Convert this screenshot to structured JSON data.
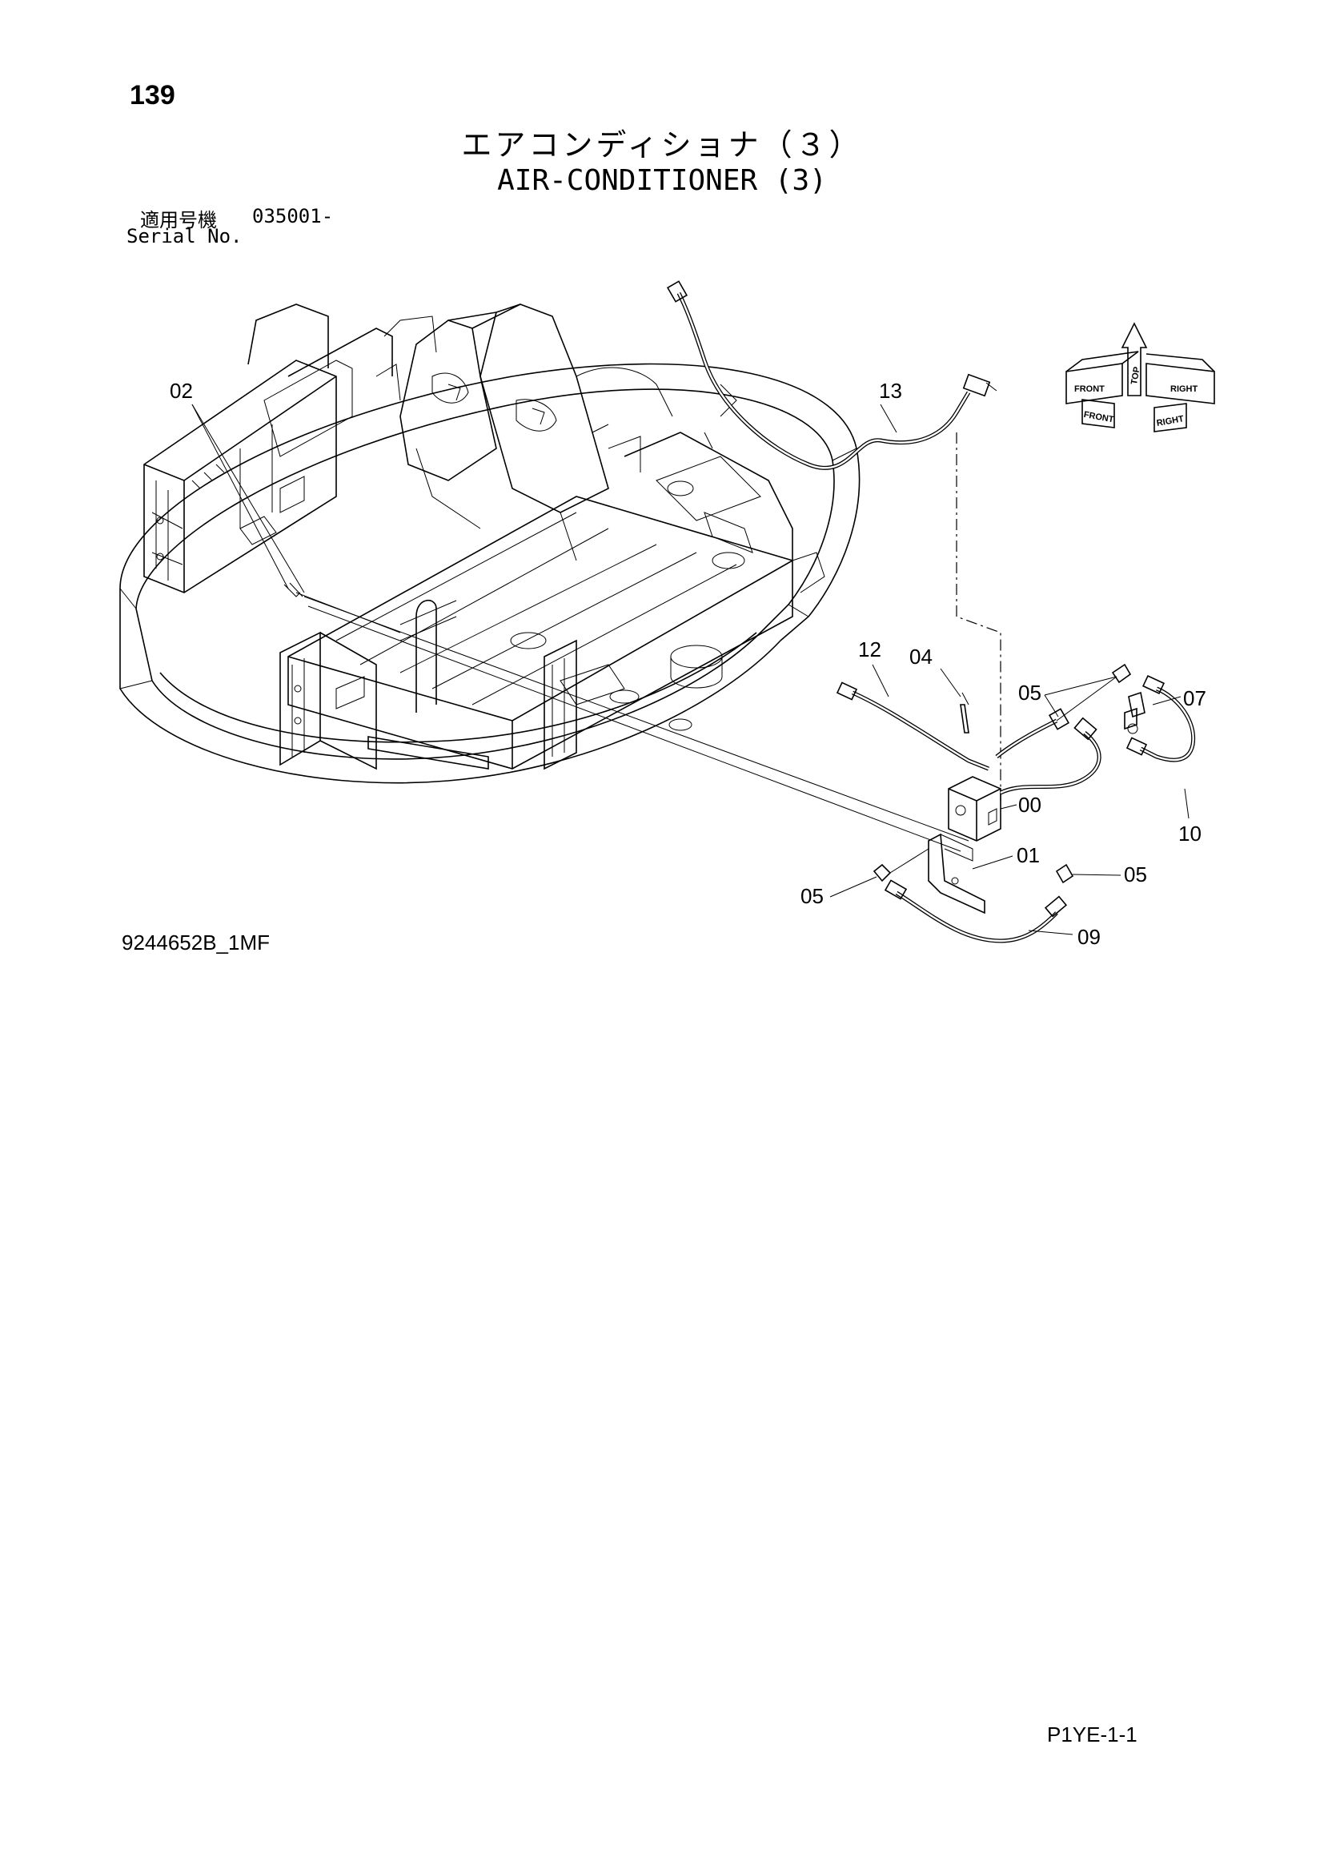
{
  "page": {
    "number": "139",
    "title_jp": "エアコンディショナ（３）",
    "title_en": "AIR-CONDITIONER (3)",
    "serial_label_jp": "適用号機",
    "serial_value": "035001-",
    "serial_label_en": "Serial No.",
    "drawing_number": "9244652B_1MF",
    "page_code": "P1YE-1-1"
  },
  "orientation_indicator": {
    "labels": [
      "TOP",
      "FRONT",
      "RIGHT",
      "FRONT",
      "RIGHT"
    ]
  },
  "callouts": {
    "c02": "02",
    "c13": "13",
    "c12": "12",
    "c04": "04",
    "c05a": "05",
    "c07": "07",
    "c00": "00",
    "c10": "10",
    "c01": "01",
    "c05b": "05",
    "c05c": "05",
    "c09": "09"
  }
}
